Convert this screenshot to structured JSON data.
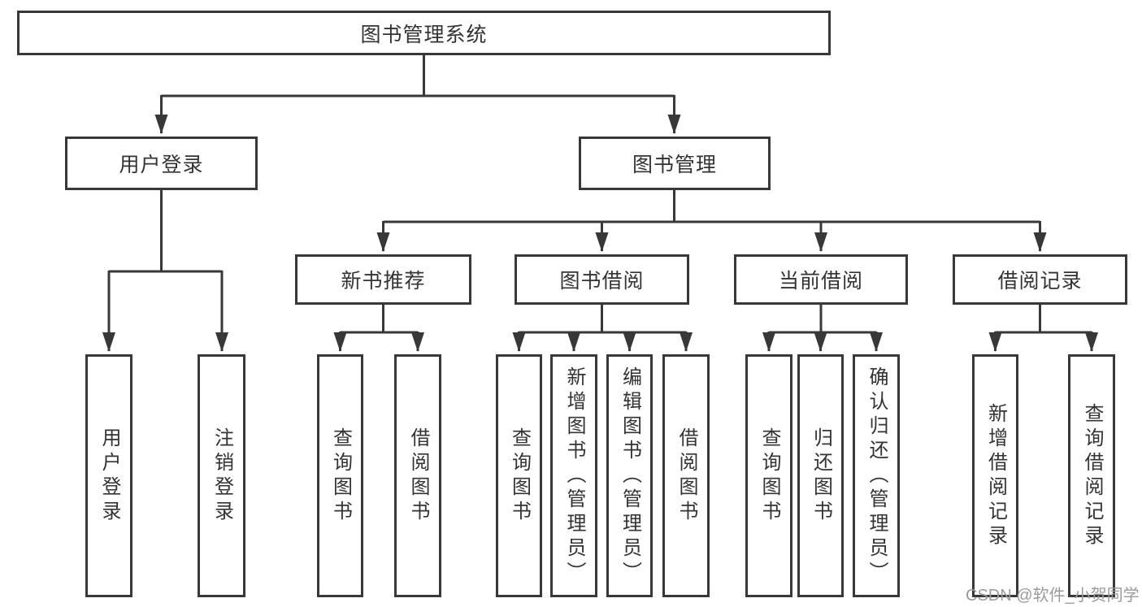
{
  "diagram_title": "图书管理系统",
  "nodes": {
    "root": {
      "label": "图书管理系统"
    },
    "branches": [
      {
        "label": "用户登录"
      },
      {
        "label": "图书管理"
      }
    ],
    "modules": [
      {
        "label": "新书推荐"
      },
      {
        "label": "图书借阅"
      },
      {
        "label": "当前借阅"
      },
      {
        "label": "借阅记录"
      }
    ],
    "leaves": [
      {
        "label": "用户登录"
      },
      {
        "label": "注销登录"
      },
      {
        "label": "查询图书"
      },
      {
        "label": "借阅图书"
      },
      {
        "label": "查询图书"
      },
      {
        "label": "新增图书（管理员）"
      },
      {
        "label": "编辑图书（管理员）"
      },
      {
        "label": "借阅图书"
      },
      {
        "label": "查询图书"
      },
      {
        "label": "归还图书"
      },
      {
        "label": "确认归还（管理员）"
      },
      {
        "label": "新增借阅记录"
      },
      {
        "label": "查询借阅记录"
      }
    ]
  },
  "watermark": "CSDN @软件_小贺同学",
  "colors": {
    "line": "#383838",
    "text": "#333333",
    "background": "#ffffff",
    "watermark": "#9b9b9b"
  }
}
